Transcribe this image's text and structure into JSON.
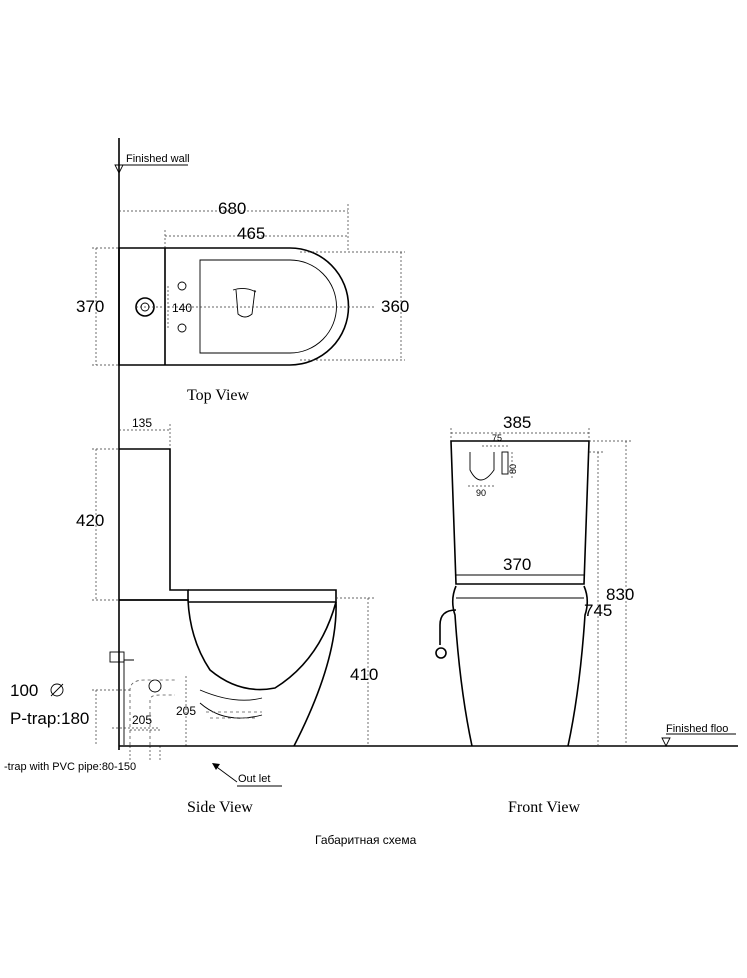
{
  "labels": {
    "finished_wall": "Finished wall",
    "finished_floor": "Finished floo",
    "top_view": "Top View",
    "side_view": "Side View",
    "front_view": "Front View",
    "outlet": "Out let",
    "ptrap": "P-trap:180",
    "strap": "-trap with PVC pipe:80-150",
    "caption": "Габаритная схема"
  },
  "dimensions": {
    "top": {
      "overall_length": "680",
      "bowl_length": "465",
      "depth": "370",
      "bowl_width": "360",
      "hole_spacing": "140"
    },
    "side": {
      "tank_depth": "135",
      "tank_height": "420",
      "seat_height": "410",
      "outlet_height": "100",
      "dim_205a": "205",
      "dim_205b": "205"
    },
    "front": {
      "tank_width": "385",
      "dim_75": "75",
      "dim_80": "80",
      "dim_90": "90",
      "bowl_width": "370",
      "total_height": "830",
      "seat_top": "745"
    }
  }
}
